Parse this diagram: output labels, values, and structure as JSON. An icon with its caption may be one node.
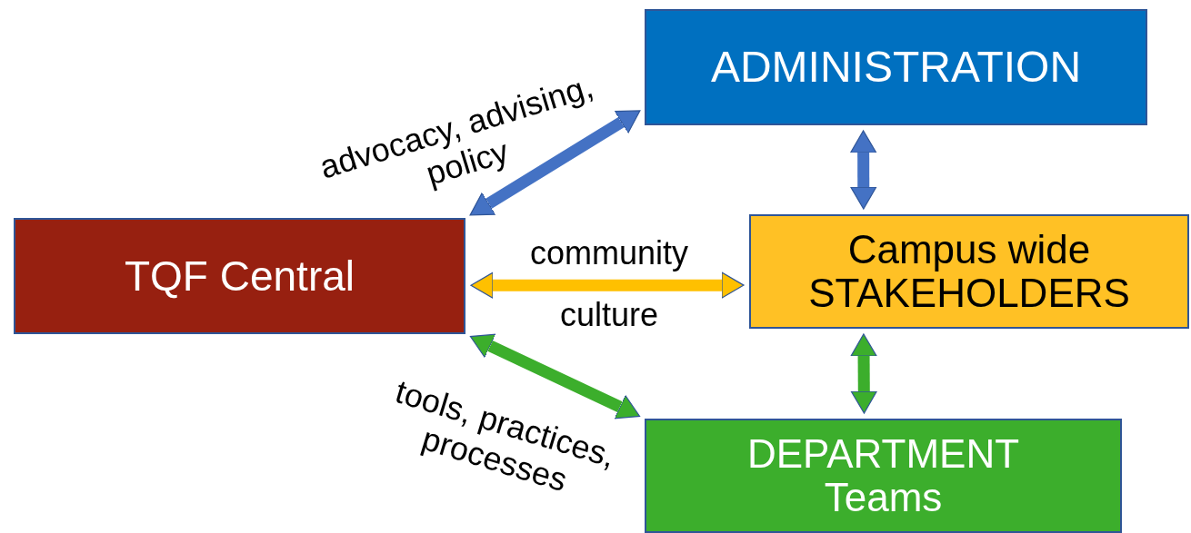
{
  "diagram": {
    "nodes": [
      {
        "text": [
          "ADMINISTRATION"
        ]
      },
      {
        "text": [
          "TQF Central"
        ]
      },
      {
        "text": [
          "Campus wide STAKEHOLDERS"
        ]
      },
      {
        "text": [
          "DEPARTMENT Teams"
        ]
      }
    ],
    "edges": [
      {
        "from": 1,
        "to": 0,
        "arrow": "both",
        "label": "advocacy, advising, policy",
        "color": "#4472c4"
      },
      {
        "from": 1,
        "to": 2,
        "arrow": "both",
        "label": "community",
        "color": "#ffc000"
      },
      {
        "from": 0,
        "to": 2,
        "arrow": "both",
        "color": "#4472c4"
      },
      {
        "from": 2,
        "to": 3,
        "arrow": "both",
        "color": "#3cae2c"
      },
      {
        "from": 1,
        "to": 3,
        "arrow": "both",
        "label": "tools, practices, processes",
        "color": "#3cae2c"
      }
    ],
    "labels": [
      "culture"
    ]
  }
}
